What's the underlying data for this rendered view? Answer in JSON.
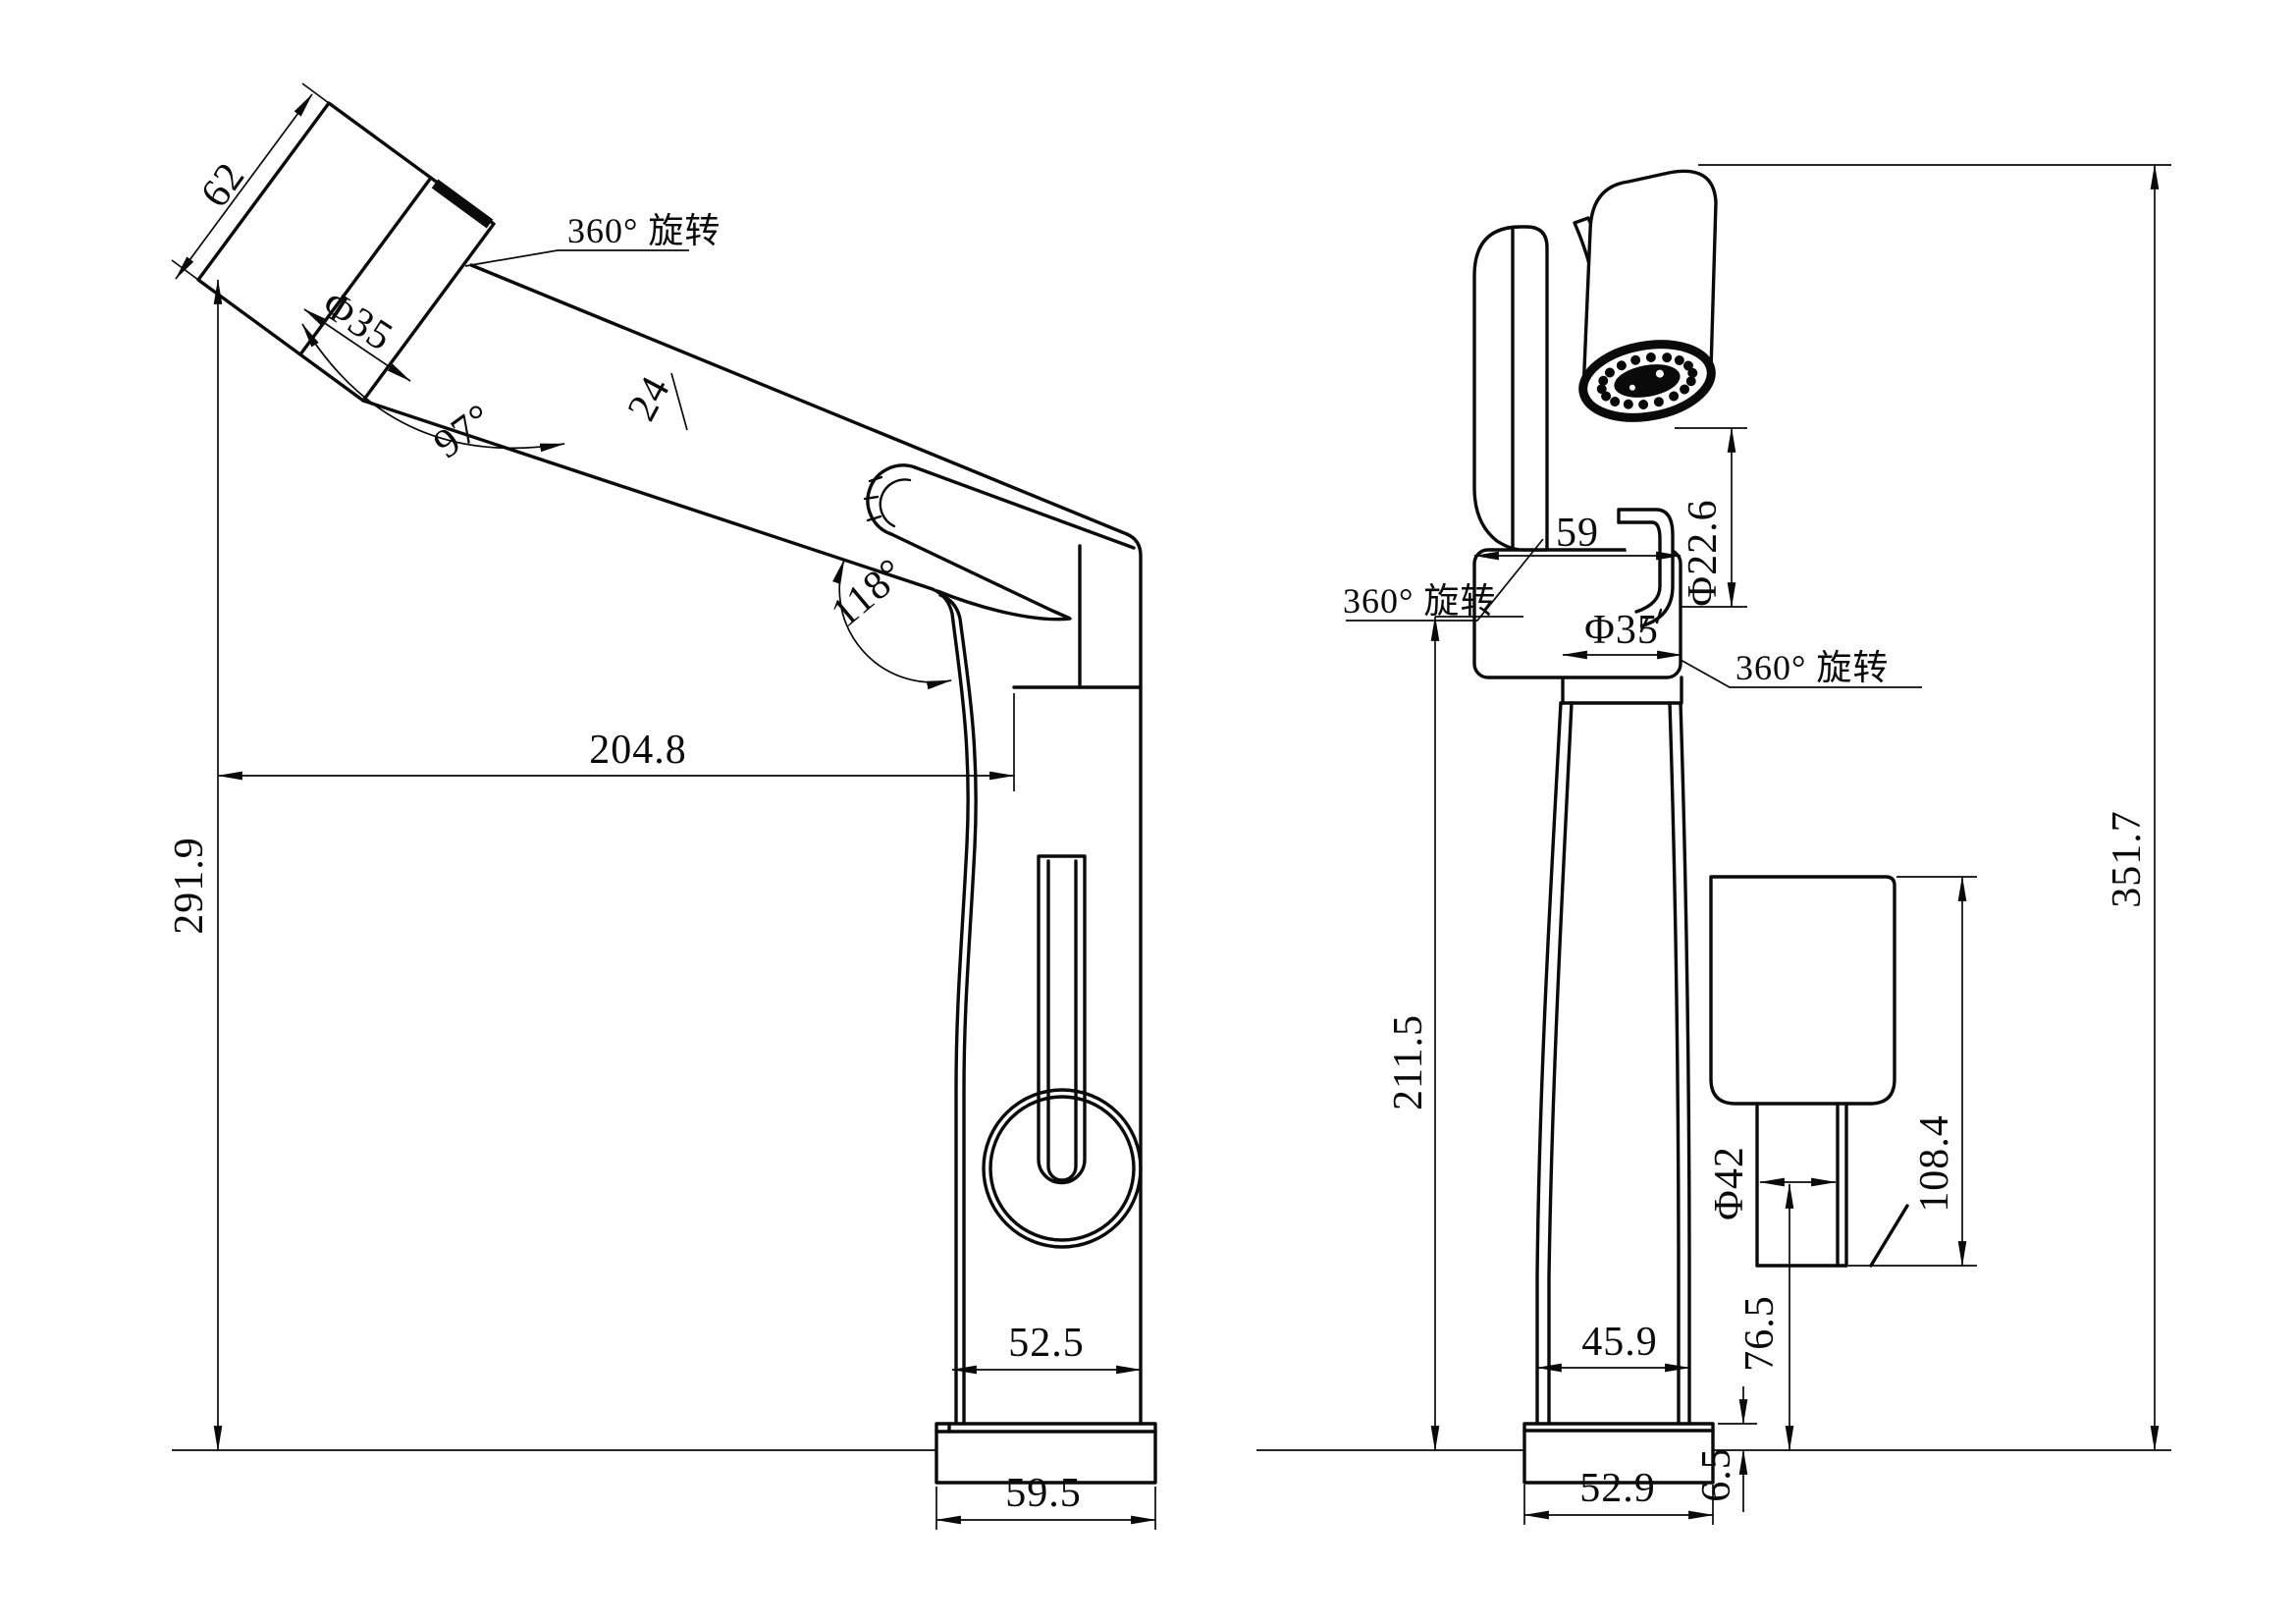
{
  "colors": {
    "line": "#0a0a0a",
    "background": "#ffffff"
  },
  "views": {
    "side": {
      "labels": {
        "head_width": "62",
        "head_diameter": "Φ35",
        "head_angle": "97°",
        "swivel_note": "360° 旋转",
        "wand_thickness": "24",
        "spout_angle": "118°",
        "spout_reach": "204.8",
        "height_to_spout": "291.9",
        "body_width": "52.5",
        "base_width": "59.5"
      }
    },
    "front": {
      "labels": {
        "head_block_width": "59",
        "hose_diameter": "Φ22.6",
        "swivel_note_head": "360° 旋转",
        "neck_diameter": "Φ35",
        "swivel_note_neck": "360° 旋转",
        "total_height": "351.7",
        "body_height": "211.5",
        "handle_height": "108.4",
        "escutcheon_diameter": "Φ42",
        "handle_clearance": "76.5",
        "column_width": "45.9",
        "base_width": "52.9",
        "base_thickness": "6.5"
      }
    }
  }
}
